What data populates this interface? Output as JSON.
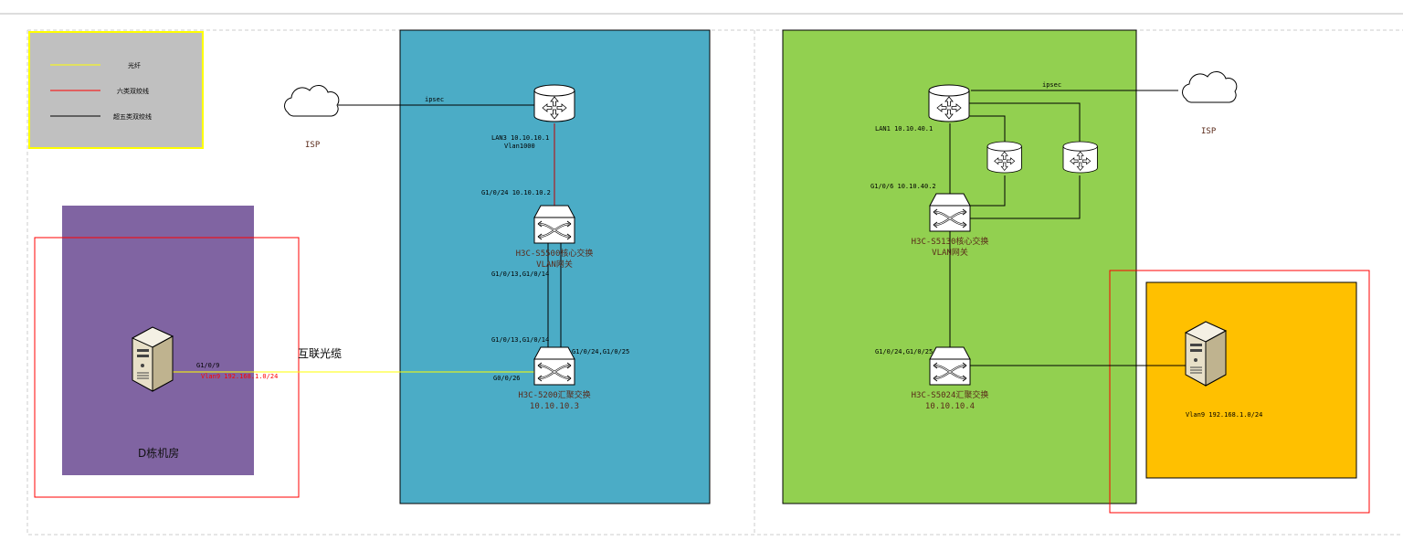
{
  "legend": {
    "items": [
      {
        "label": "光纤",
        "color": "#ffff00"
      },
      {
        "label": "六类双绞线",
        "color": "#ff0000"
      },
      {
        "label": "超五类双绞线",
        "color": "#000000"
      }
    ]
  },
  "colors": {
    "blue_zone": "#4bacc6",
    "green_zone": "#92d050",
    "purple_room": "#8064a2",
    "orange_zone": "#ffc000",
    "legend_bg": "#c0c0c0"
  },
  "left": {
    "isp_label": "ISP",
    "ipsec_label": "ipsec",
    "room_label": "D栋机房",
    "server_port": "G1/0/9",
    "server_vlan": "Vlan9 192.168.1.0/24",
    "fiber_label": "互联光缆"
  },
  "blue": {
    "router_lan": "LAN3 10.10.10.1",
    "router_vlan": "Vlan1000",
    "core_port": "G1/0/24 10.10.10.2",
    "core_name": "H3C-S5500核心交换",
    "core_sub": "VLAN网关",
    "core_down_ports": "G1/0/13,G1/0/14",
    "agg_up_ports": "G1/0/13,G1/0/14",
    "agg_right_ports": "G1/0/24,G1/0/25",
    "agg_fiber_port": "G0/0/26",
    "agg_name": "H3C-5200汇聚交换",
    "agg_ip": "10.10.10.3"
  },
  "green": {
    "ipsec_label": "ipsec",
    "isp_label": "ISP",
    "router_lan": "LAN1 10.10.40.1",
    "core_port": "G1/0/6 10.10.40.2",
    "core_name": "H3C-S5130核心交换",
    "core_sub": "VLAN网关",
    "agg_ports": "G1/0/24,G1/0/25",
    "agg_name": "H3C-S5024汇聚交换",
    "agg_ip": "10.10.10.4",
    "server_vlan": "Vlan9 192.168.1.0/24"
  }
}
